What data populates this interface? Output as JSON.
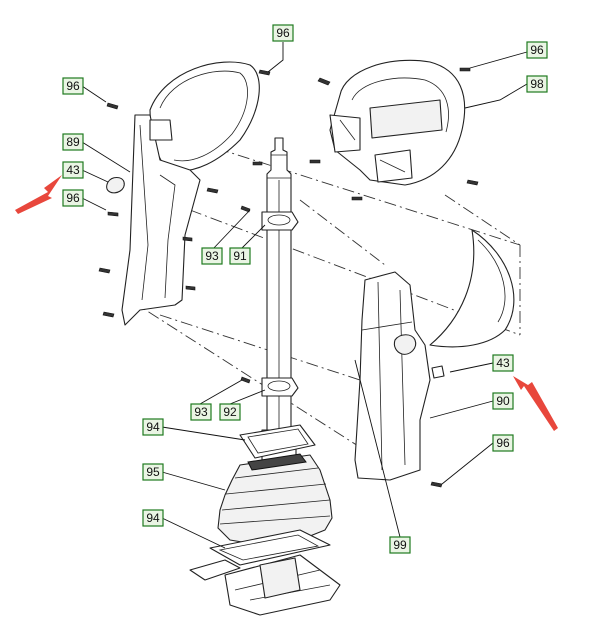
{
  "callouts": [
    {
      "label": "96"
    },
    {
      "label": "96"
    },
    {
      "label": "98"
    },
    {
      "label": "96"
    },
    {
      "label": "89"
    },
    {
      "label": "43"
    },
    {
      "label": "96"
    },
    {
      "label": "93"
    },
    {
      "label": "91"
    },
    {
      "label": "43"
    },
    {
      "label": "90"
    },
    {
      "label": "93"
    },
    {
      "label": "92"
    },
    {
      "label": "94"
    },
    {
      "label": "96"
    },
    {
      "label": "95"
    },
    {
      "label": "94"
    },
    {
      "label": "99"
    }
  ],
  "colors": {
    "callout_border": "#1f7a1f",
    "callout_fill": "#eaf5e4",
    "highlight_arrow": "#e8473c"
  }
}
